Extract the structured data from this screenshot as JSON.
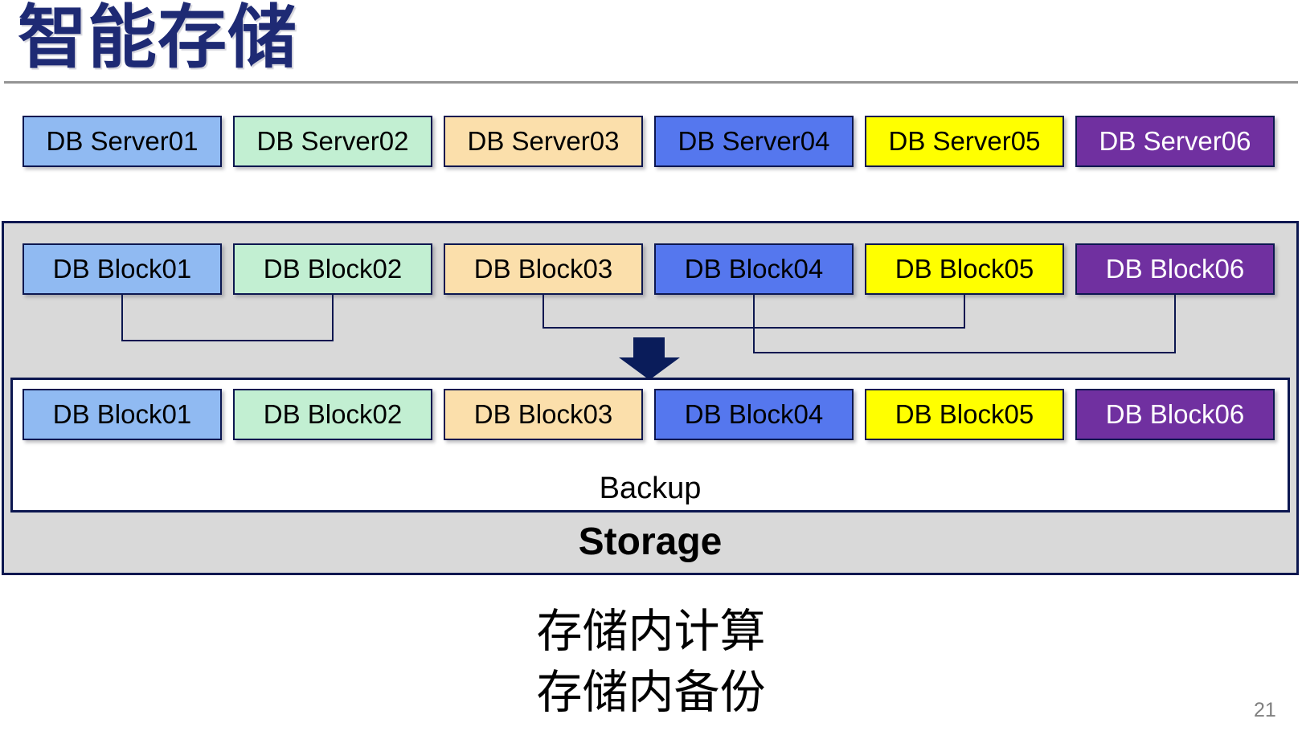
{
  "title": "智能存储",
  "page_number": "21",
  "servers": [
    {
      "label": "DB Server01",
      "bg": "#90BAF2",
      "fg": "#000000"
    },
    {
      "label": "DB Server02",
      "bg": "#C2EFD2",
      "fg": "#000000"
    },
    {
      "label": "DB Server03",
      "bg": "#FBDFAB",
      "fg": "#000000"
    },
    {
      "label": "DB Server04",
      "bg": "#5577EE",
      "fg": "#000000"
    },
    {
      "label": "DB Server05",
      "bg": "#FFFF00",
      "fg": "#000000"
    },
    {
      "label": "DB Server06",
      "bg": "#7030A0",
      "fg": "#FFFFFF"
    }
  ],
  "storage": {
    "label": "Storage",
    "blocks": [
      {
        "label": "DB Block01",
        "bg": "#90BAF2",
        "fg": "#000000"
      },
      {
        "label": "DB Block02",
        "bg": "#C2EFD2",
        "fg": "#000000"
      },
      {
        "label": "DB Block03",
        "bg": "#FBDFAB",
        "fg": "#000000"
      },
      {
        "label": "DB Block04",
        "bg": "#5577EE",
        "fg": "#000000"
      },
      {
        "label": "DB Block05",
        "bg": "#FFFF00",
        "fg": "#000000"
      },
      {
        "label": "DB Block06",
        "bg": "#7030A0",
        "fg": "#FFFFFF"
      }
    ],
    "backup": {
      "label": "Backup",
      "blocks": [
        {
          "label": "DB Block01",
          "bg": "#90BAF2",
          "fg": "#000000"
        },
        {
          "label": "DB Block02",
          "bg": "#C2EFD2",
          "fg": "#000000"
        },
        {
          "label": "DB Block03",
          "bg": "#FBDFAB",
          "fg": "#000000"
        },
        {
          "label": "DB Block04",
          "bg": "#5577EE",
          "fg": "#000000"
        },
        {
          "label": "DB Block05",
          "bg": "#FFFF00",
          "fg": "#000000"
        },
        {
          "label": "DB Block06",
          "bg": "#7030A0",
          "fg": "#FFFFFF"
        }
      ]
    }
  },
  "caption": {
    "line1": "存储内计算",
    "line2": "存储内备份"
  },
  "colors": {
    "title_navy": "#1E2A74",
    "border_navy": "#0C1750",
    "arrow_navy": "#0A1C5A",
    "container_fill": "#D9D9D9",
    "rule_gray": "#949494",
    "page_number_gray": "#7F7F7F"
  }
}
